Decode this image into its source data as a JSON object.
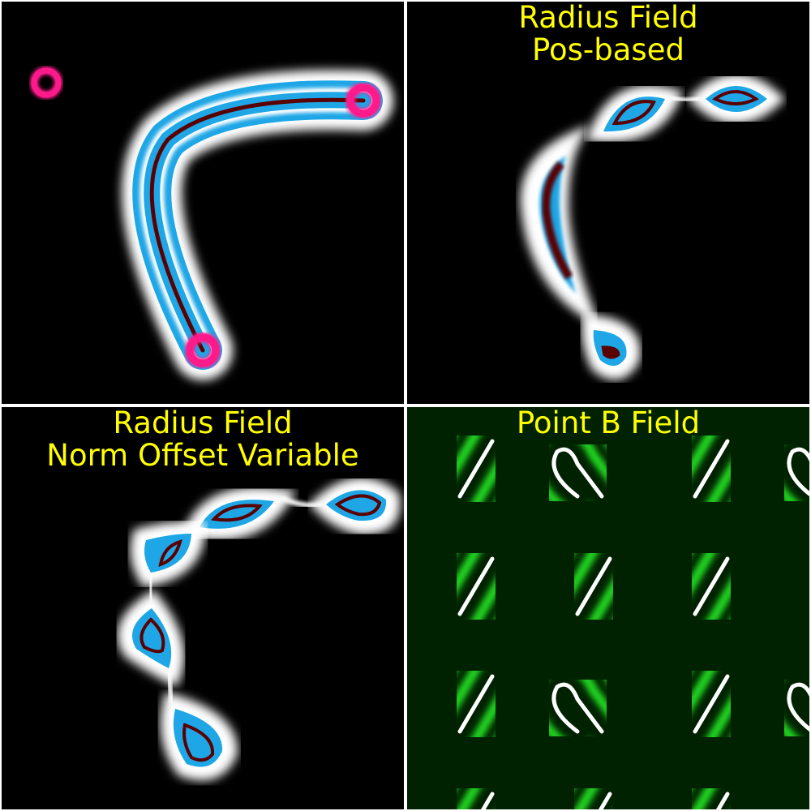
{
  "colors": {
    "background": "#000000",
    "divider": "#ffffff",
    "title_text": "#ffff00",
    "stroke_core": "#1ea6e6",
    "stroke_dark": "#5a0000",
    "stroke_glow": "#ffffff",
    "control_point": "#ff1a8c",
    "field_green": "#22dd22",
    "field_dark": "#002200",
    "segment": "#ffffff"
  },
  "panels": [
    {
      "id": "curve",
      "title_lines": []
    },
    {
      "id": "radius-field-pos",
      "title_lines": [
        "Radius Field",
        "Pos-based"
      ]
    },
    {
      "id": "radius-field-norm",
      "title_lines": [
        "Radius Field",
        "Norm Offset Variable"
      ]
    },
    {
      "id": "point-b-field",
      "title_lines": [
        "Point B Field"
      ]
    }
  ]
}
